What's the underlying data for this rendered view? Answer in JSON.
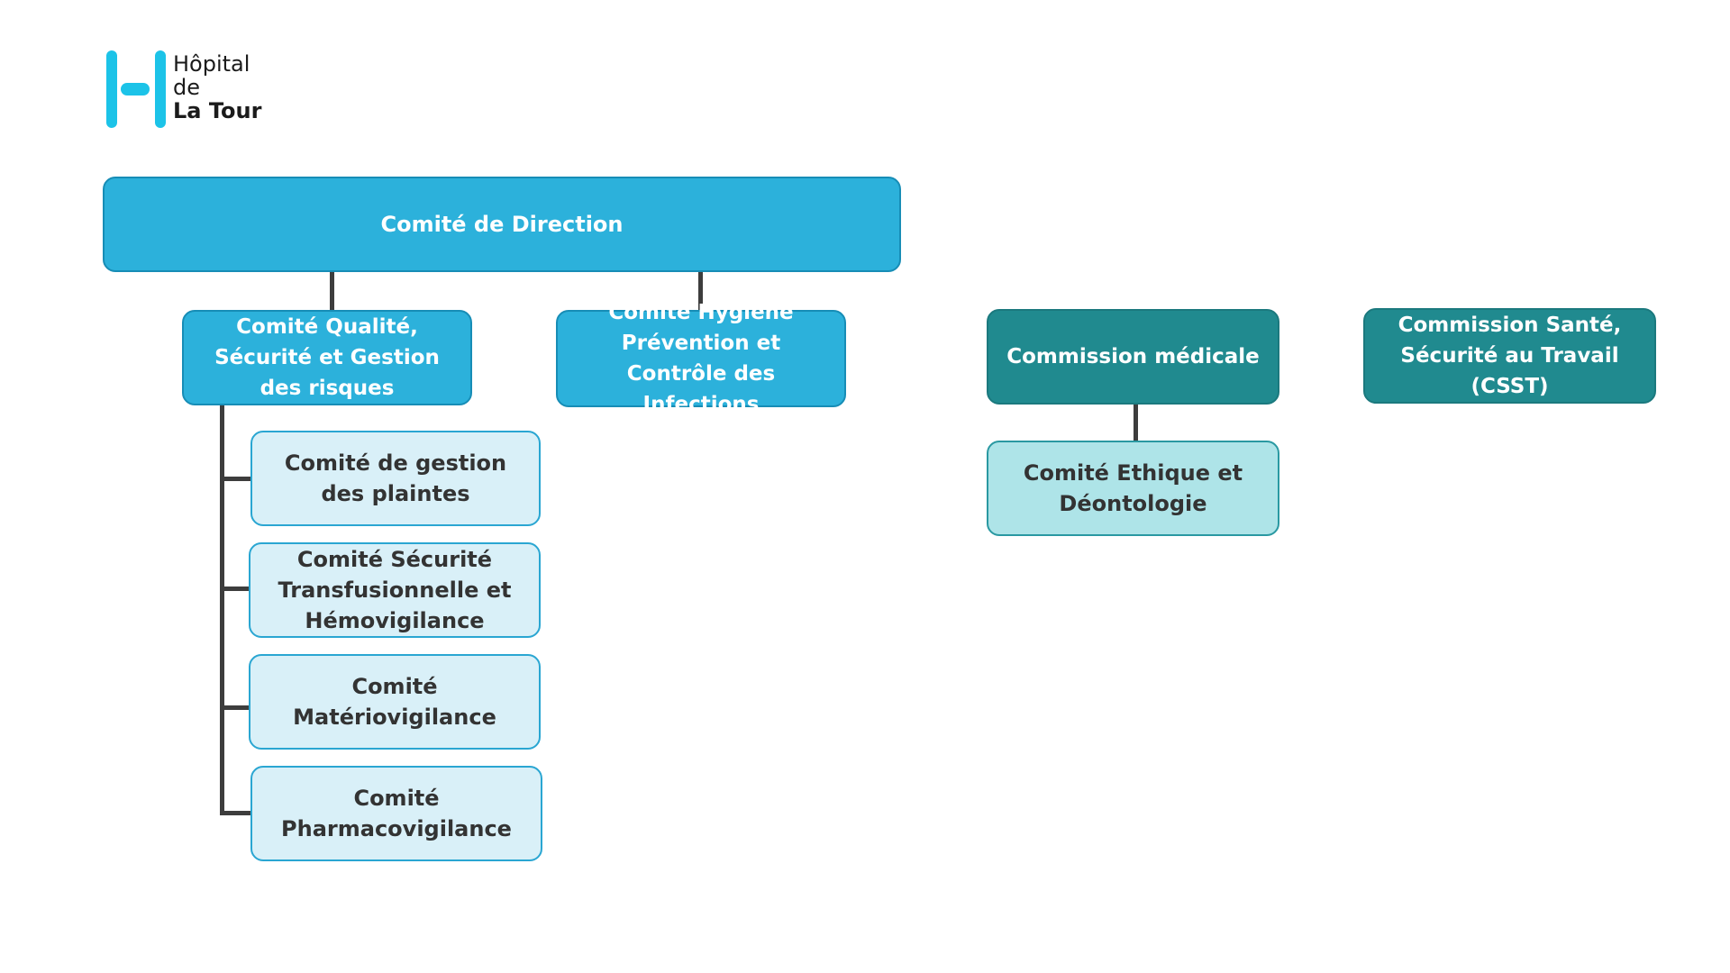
{
  "logo": {
    "line1": "Hôpital",
    "line2": "de",
    "line3": "La Tour",
    "mark": "hospital-h-logo-icon",
    "color": "#1cc3e8"
  },
  "colors": {
    "primary_blue": "#2cb1db",
    "light_blue": "#d9f0f8",
    "teal": "#208a8f",
    "mint": "#aee4e8",
    "connector": "#3d3d3d"
  },
  "org": {
    "direction": "Comité de Direction",
    "qualite": "Comité Qualité, Sécurité et Gestion des risques",
    "hygiene": "Comité Hygiène Prévention et Contrôle des Infections",
    "plaintes": "Comité de gestion des plaintes",
    "transfusion": "Comité Sécurité Transfusionnelle et Hémovigilance",
    "materio": "Comité Matériovigilance",
    "pharmaco": "Comité Pharmacovigilance",
    "medicale": "Commission médicale",
    "ethique": "Comité Ethique et Déontologie",
    "csst": "Commission Santé, Sécurité au Travail (CSST)"
  }
}
